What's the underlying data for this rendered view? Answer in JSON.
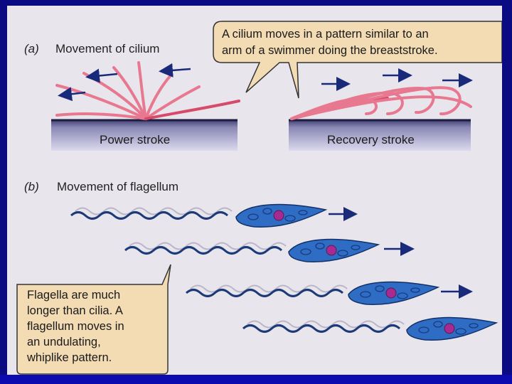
{
  "part_a": {
    "letter": "(a)",
    "title": "Movement of cilium",
    "callout_lines": [
      "A cilium moves in a pattern similar to an",
      "arm of a swimmer doing the breaststroke."
    ],
    "power_label": "Power stroke",
    "recovery_label": "Recovery stroke"
  },
  "part_b": {
    "letter": "(b)",
    "title": "Movement of flagellum",
    "callout_lines": [
      "Flagella are much",
      "longer than cilia. A",
      "flagellum moves in",
      "an undulating,",
      "whiplike pattern."
    ]
  },
  "colors": {
    "slide_border": "#0a0a82",
    "panel_bg": "#e9e5ec",
    "callout_fill": "#f3dcb4",
    "cilium": "#e8788f",
    "base": "#2a2a55",
    "flagellum": "#1d3a78",
    "cell_body": "#2f6dc4",
    "nucleus": "#a62a8f",
    "arrow": "#1a2a7a"
  },
  "icons": [
    "arrow-right-icon",
    "arrow-left-icon"
  ]
}
